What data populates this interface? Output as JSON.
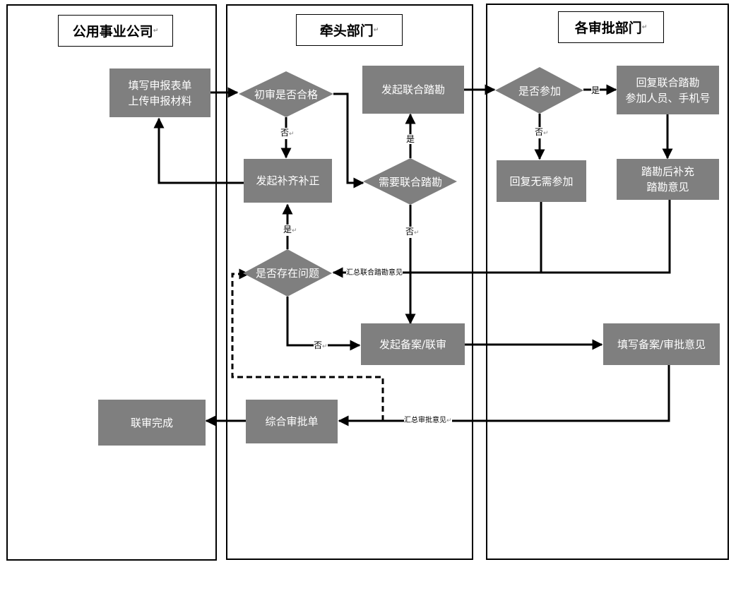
{
  "lanes": {
    "company": "公用事业公司",
    "lead": "牵头部门",
    "approval": "各审批部门"
  },
  "nodes": {
    "fill_form": "填写申报表单\n上传申报材料",
    "initial_review": "初审是否合格",
    "start_supplement": "发起补齐补正",
    "launch_joint_survey": "发起联合踏勘",
    "need_joint_survey": "需要联合踏勘",
    "has_problem": "是否存在问题",
    "start_filing": "发起备案/联审",
    "comprehensive_approval": "综合审批单",
    "review_complete": "联审完成",
    "participate": "是否参加",
    "reply_participants": "回复联合踏勘\n参加人员、手机号",
    "reply_no_need": "回复无需参加",
    "supplement_opinion": "踏勘后补充\n踏勘意见",
    "fill_filing_opinion": "填写备案/审批意见"
  },
  "labels": {
    "yes": "是",
    "no": "否",
    "summary_survey": "汇总联合踏勘意见",
    "summary_approval": "汇总审批意见",
    "para_mark": "↵"
  }
}
